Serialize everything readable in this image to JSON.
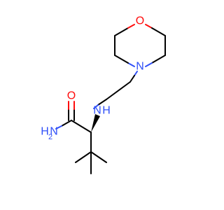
{
  "molecule": {
    "atoms": {
      "morpholine_o": {
        "symbol": "O",
        "color": "#FF0D0D"
      },
      "morpholine_n": {
        "symbol": "N",
        "color": "#3050F8"
      },
      "amine_n": {
        "symbol": "N",
        "color": "#3050F8",
        "h": "H"
      },
      "carbonyl_o": {
        "symbol": "O",
        "color": "#FF0D0D"
      },
      "amide_n": {
        "symbol": "N",
        "color": "#3050F8",
        "h": "H",
        "h_count": "2"
      }
    },
    "bond_color": "#000000"
  }
}
